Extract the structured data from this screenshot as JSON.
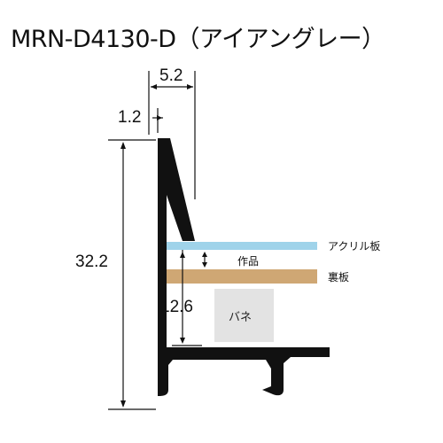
{
  "title": "MRN-D4130-D（アイアングレー）",
  "dimensions": {
    "top_width": "5.2",
    "lip_width": "1.2",
    "total_height": "32.2",
    "depth": "12.6"
  },
  "labels": {
    "acrylic": "アクリル板",
    "artwork": "作品",
    "backboard": "裏板",
    "spring": "バネ"
  },
  "colors": {
    "frame": "#111111",
    "acrylic": "#9fd3ea",
    "backboard": "#cfa774",
    "spring": "#e3e3e3"
  }
}
